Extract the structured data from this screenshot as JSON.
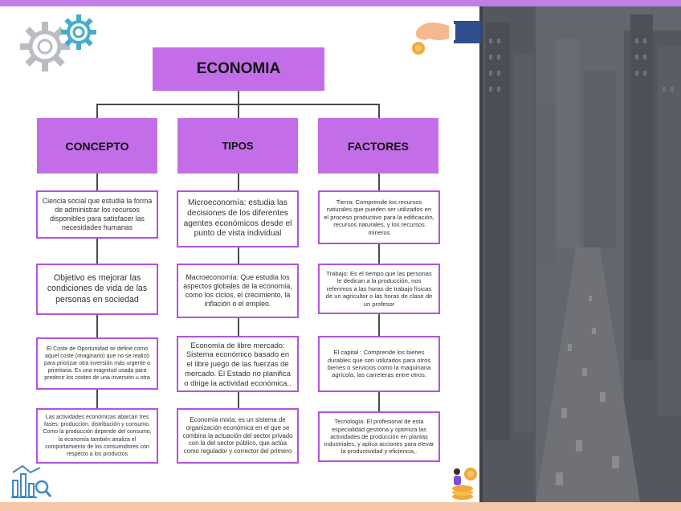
{
  "diagram": {
    "title": "ECONOMIA",
    "columns": [
      {
        "header": "CONCEPTO",
        "items": [
          "Ciencia social que estudia la forma de administrar los recursos disponibles para satisfacer las necesidades humanas",
          "Objetivo es mejorar las condiciones de vida de las personas en sociedad",
          "El Coste de Oportunidad se define como aquel coste (imaginario) que no se realizó para priorizar otra inversión más urgente o prioritaria. Es una magnitud usada para predecir los costes de una inversión u otra",
          "Las actividades económicas abarcan tres fases: producción, distribución y consumo. Como la producción depende del consumo, la economía también analiza el comportamiento de los consumidores con respecto a los productos"
        ]
      },
      {
        "header": "TIPOS",
        "items": [
          "Microeconomía: estudia las decisiones de los diferentes agentes económicos desde el punto de vista individual",
          "Macroeconomía: Que estudia los aspectos globales de la economía, como los ciclos, el crecimiento, la inflación o el empleo.",
          "Economía de libre mercado: Sistema económico basado en el libre juego de las fuerzas de mercado. El Estado no planifica o dirige la actividad económica..",
          "Economía mixta: es un sistema de organización económica en el que se combina la actuación del sector privado con la del sector público, que actúa como regulador y corrector del primero"
        ]
      },
      {
        "header": "FACTORES",
        "items": [
          "Tierra: Comprende los recursos naturales que pueden ser utilizados en el proceso productivo para la edificación, recursos naturales,  y los recursos mineros",
          "Trabajo: Es el tiempo que las personas le dedican a la producción, nos referimos a las horas de trabajo físicas de un agricultor o  las horas de clase de un profesor",
          "El capital : Comprende los bienes durables que son utilizados para otros bienes o servicios como la maquinaria agrícola, las carreteras entre otros.",
          "Tecnología: El profesional de esta especialidad gestiona y optimiza las actividades de producción en plantas industriales, y aplica acciones para elevar la productividad y eficiencia,."
        ]
      }
    ]
  },
  "decor": {
    "gears": "gears-icon",
    "hand_coin": "hand-coin-icon",
    "chart": "analytics-chart-icon",
    "coins": "person-coins-icon",
    "photo": "city-street-photo",
    "accent": "#c36ee8",
    "border": "#b552df",
    "top_bar": "#c27ee8",
    "bottom_bar": "#f5c6a8"
  }
}
